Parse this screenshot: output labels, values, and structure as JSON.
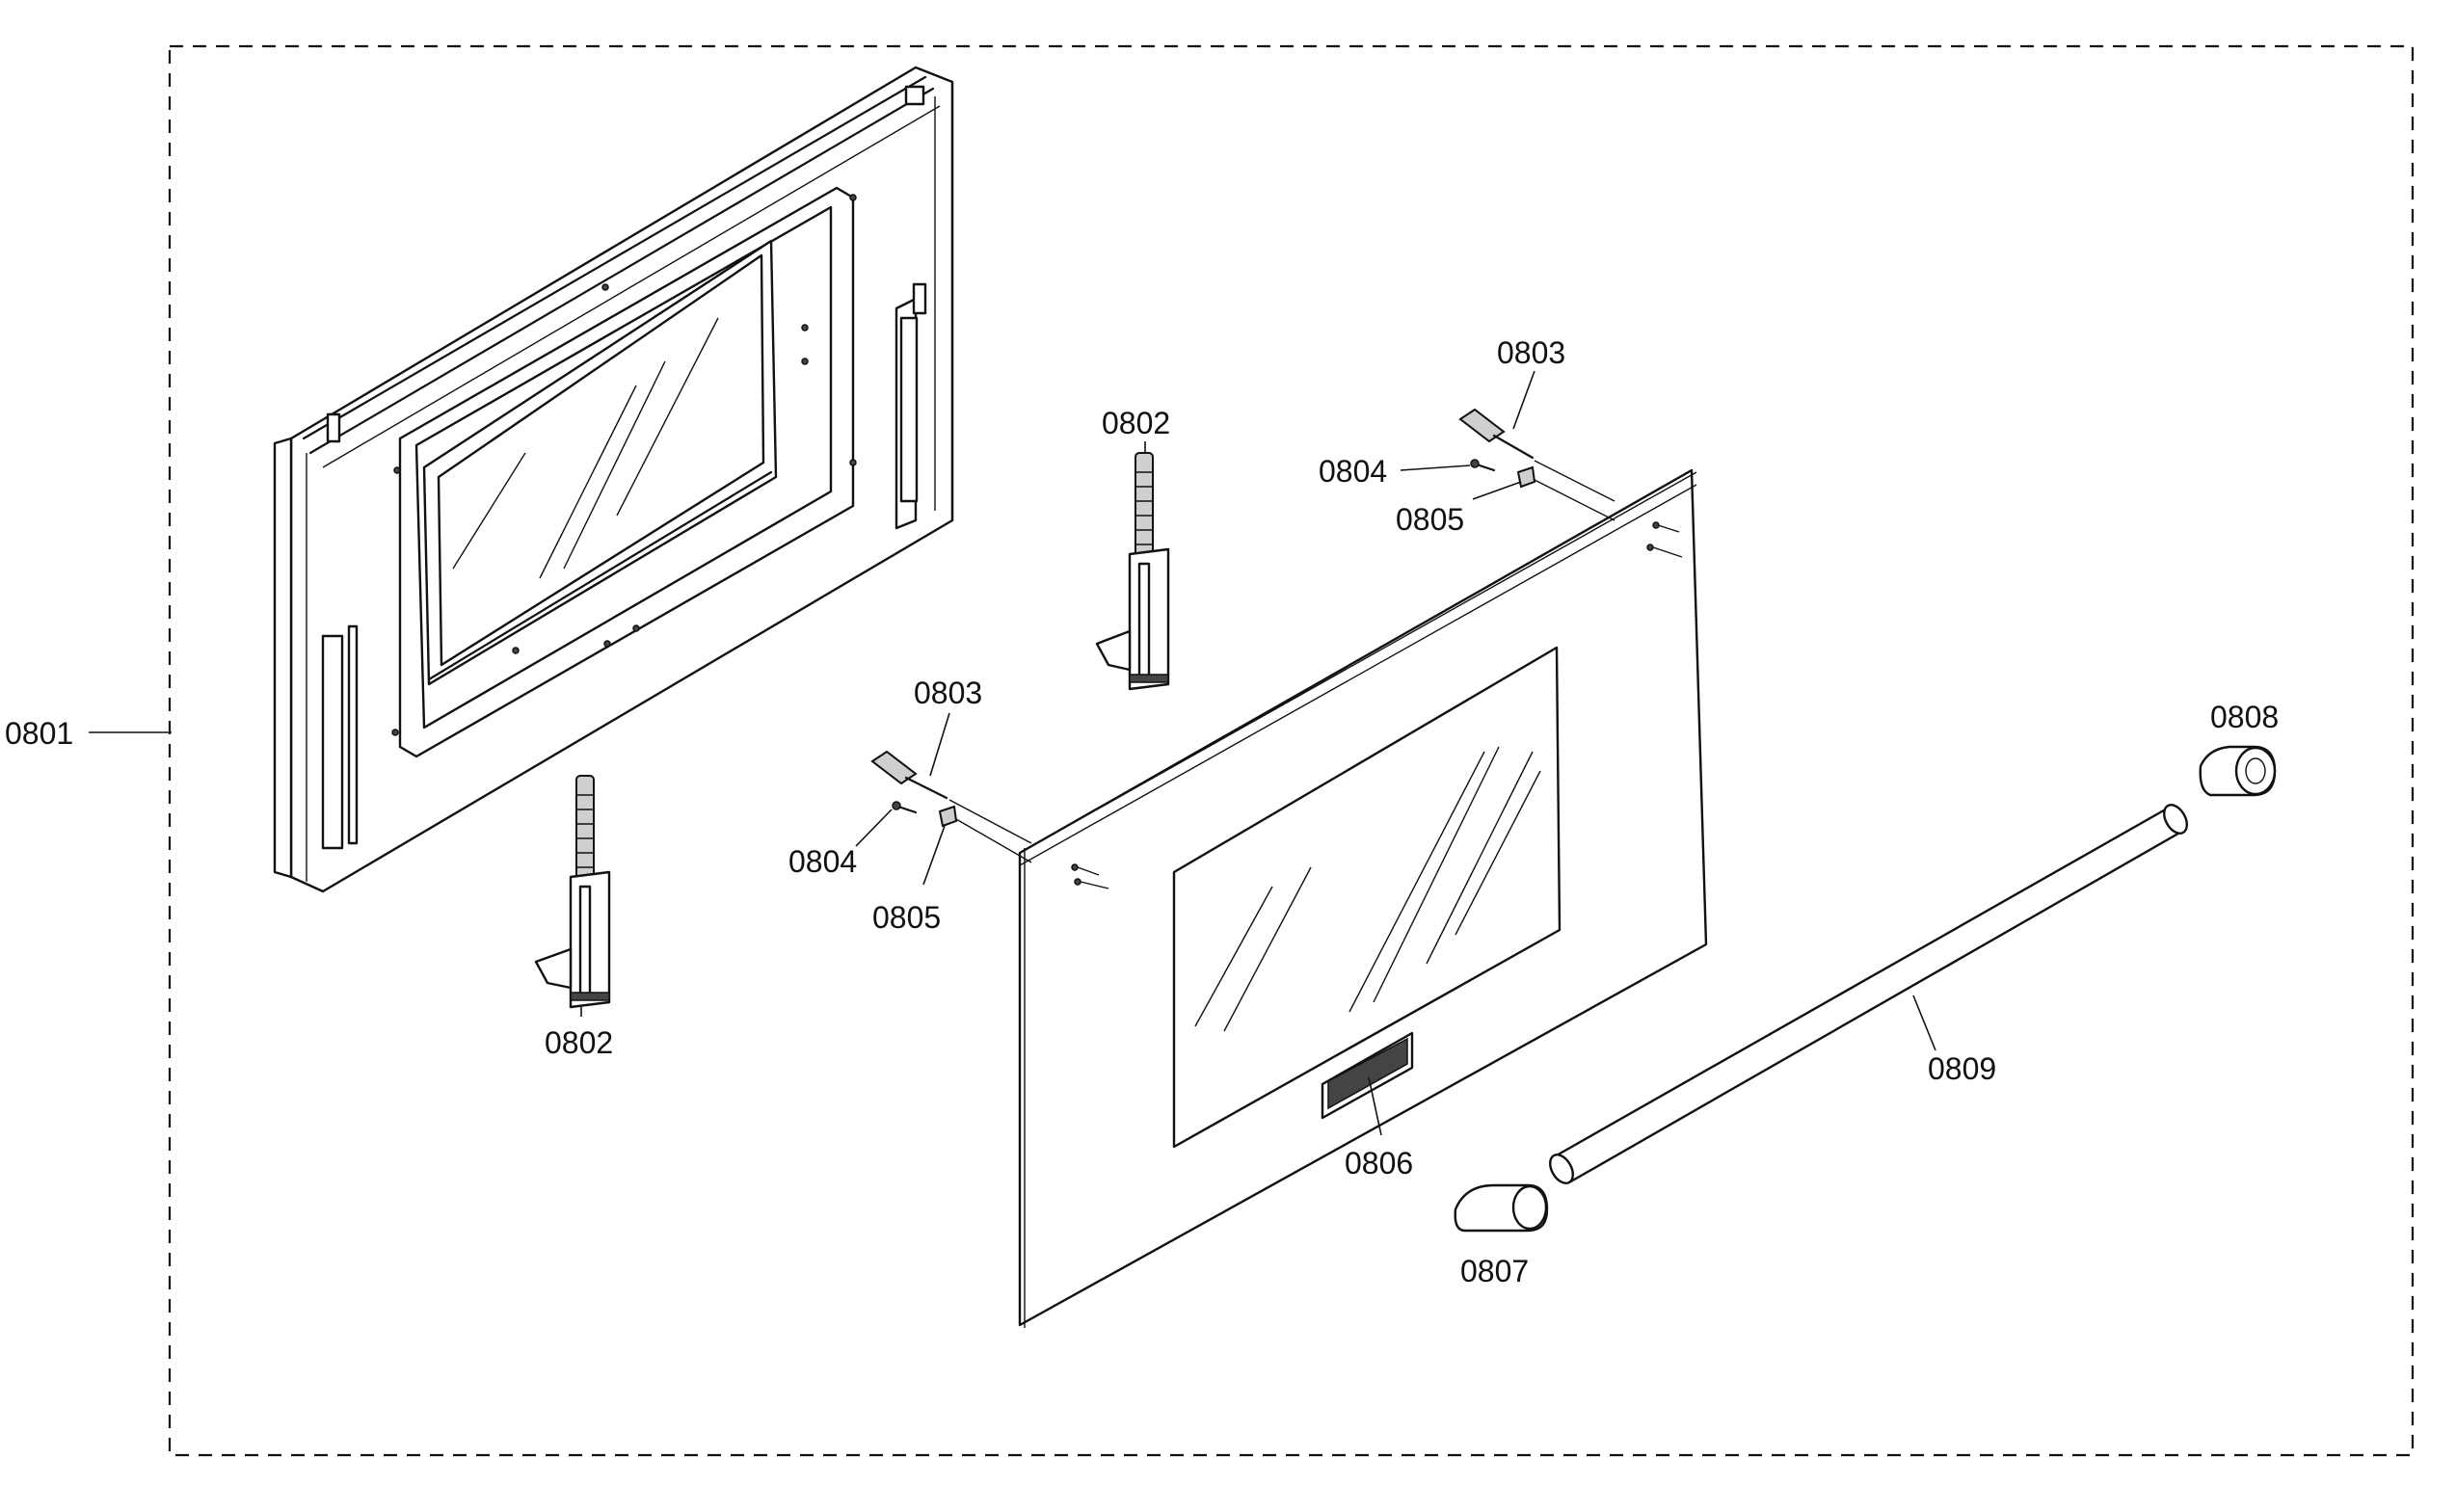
{
  "diagram": {
    "callouts": {
      "c0801": "0801",
      "c0802_top": "0802",
      "c0802_bottom": "0802",
      "c0803_right": "0803",
      "c0803_left": "0803",
      "c0804_right": "0804",
      "c0804_left": "0804",
      "c0805_right": "0805",
      "c0805_left": "0805",
      "c0806": "0806",
      "c0807": "0807",
      "c0808": "0808",
      "c0809": "0809"
    },
    "colors": {
      "line": "#111111",
      "background": "#ffffff"
    }
  }
}
